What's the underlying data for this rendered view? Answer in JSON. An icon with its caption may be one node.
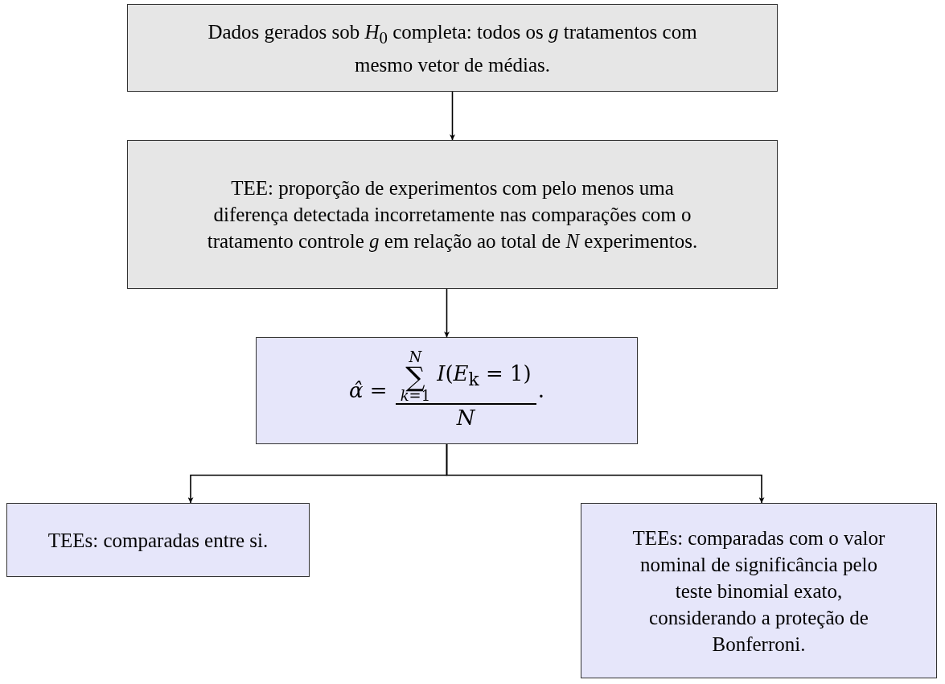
{
  "diagram": {
    "nodes": [
      {
        "text": [
          "Dados gerados sob *H*$_{0}$ completa: todos os *g* tratamentos com mesmo vetor de médias."
        ]
      },
      {
        "text": [
          "TEE: proporção de experimentos com pelo menos uma diferença detectada incorretamente nas comparações com o tratamento controle *g* em relação ao total de *N* experimentos."
        ]
      },
      {
        "text": [
          "*α̂* =",
          "*N*",
          "∑",
          "*k*=1",
          "*I*(*E*$_{k}$ = 1)",
          "*N*",
          "."
        ]
      },
      {
        "text": [
          "TEEs: comparadas entre si."
        ]
      },
      {
        "text": [
          "TEEs: comparadas com o valor nominal de significância pelo teste binomial exato, considerando a proteção de Bonferroni."
        ]
      }
    ],
    "edges": [
      {
        "from": 0,
        "to": 1,
        "arrow": "to"
      },
      {
        "from": 1,
        "to": 2,
        "arrow": "to"
      },
      {
        "from": 2,
        "to": 3,
        "arrow": "to"
      },
      {
        "from": 2,
        "to": 4,
        "arrow": "to"
      }
    ]
  }
}
